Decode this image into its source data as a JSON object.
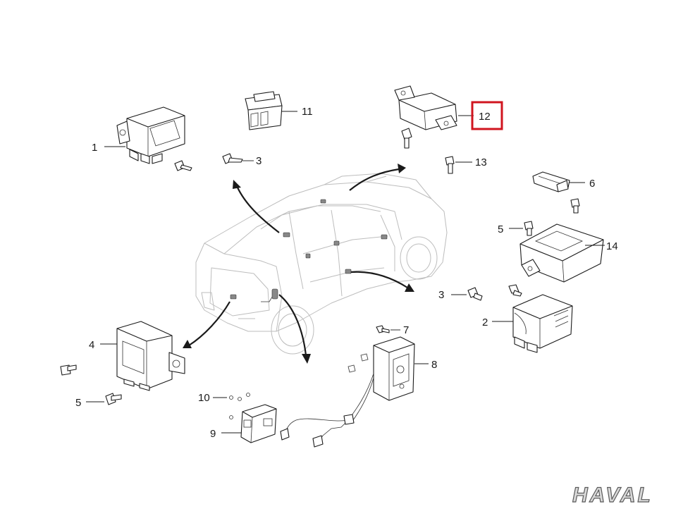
{
  "callouts": [
    {
      "id": "1",
      "label": "1"
    },
    {
      "id": "2",
      "label": "2"
    },
    {
      "id": "3a",
      "label": "3"
    },
    {
      "id": "3b",
      "label": "3"
    },
    {
      "id": "4",
      "label": "4"
    },
    {
      "id": "5a",
      "label": "5"
    },
    {
      "id": "5b",
      "label": "5"
    },
    {
      "id": "6",
      "label": "6"
    },
    {
      "id": "7",
      "label": "7"
    },
    {
      "id": "8",
      "label": "8"
    },
    {
      "id": "9",
      "label": "9"
    },
    {
      "id": "10",
      "label": "10"
    },
    {
      "id": "11",
      "label": "11"
    },
    {
      "id": "12",
      "label": "12"
    },
    {
      "id": "13",
      "label": "13"
    },
    {
      "id": "14",
      "label": "14"
    }
  ],
  "highlighted_callout": "12",
  "brand": {
    "logo_text": "HAVAL"
  },
  "colors": {
    "highlight": "#d0151f",
    "line": "#1a1a1a",
    "car_outline": "#bdbdbd"
  }
}
